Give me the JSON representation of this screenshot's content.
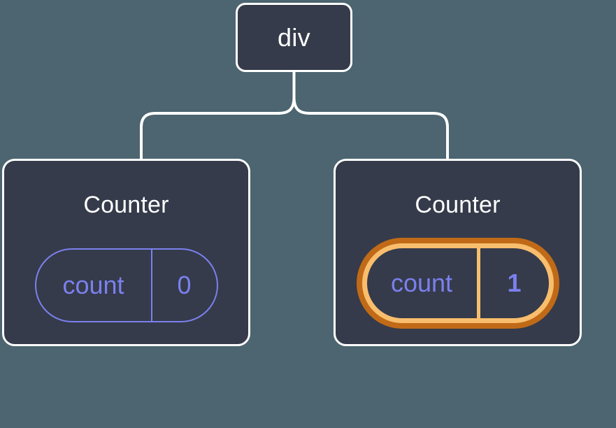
{
  "theme": {
    "background_color": "#4c6570",
    "card_fill_color": "#353b4a",
    "card_border_color": "#ffffff",
    "connector_color": "#ffffff",
    "state_accent_color": "#7b80ee",
    "highlight_outer_color": "#c06a18",
    "highlight_inner_color": "#f9be6d",
    "sparkle_color": "#f9be6d"
  },
  "tree": {
    "root": {
      "label": "div"
    },
    "children": [
      {
        "title": "Counter",
        "state": {
          "key": "count",
          "value": "0"
        },
        "highlighted": "false"
      },
      {
        "title": "Counter",
        "state": {
          "key": "count",
          "value": "1"
        },
        "highlighted": "true",
        "sparkle_icons": [
          "sparkle-large-icon",
          "sparkle-small-icon"
        ]
      }
    ]
  }
}
